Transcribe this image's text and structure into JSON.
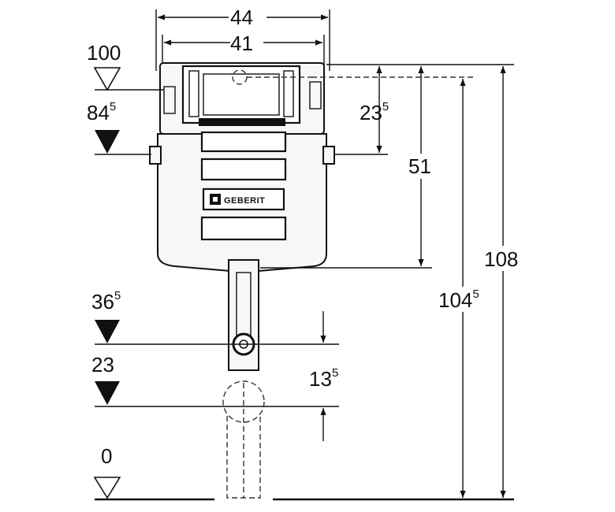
{
  "dimensions": {
    "width_outer": "44",
    "width_inner": "41",
    "height_total": "108",
    "height_pipe": "104",
    "height_pipe_sup": "5",
    "tank_height": "51",
    "valve_depth": "23",
    "valve_depth_sup": "5",
    "outlet_offset": "13",
    "outlet_offset_sup": "5"
  },
  "levels": [
    {
      "main": "100",
      "sup": ""
    },
    {
      "main": "84",
      "sup": "5"
    },
    {
      "main": "36",
      "sup": "5"
    },
    {
      "main": "23",
      "sup": ""
    },
    {
      "main": "0",
      "sup": ""
    }
  ],
  "brand": {
    "logo_text": "GEBERIT"
  }
}
